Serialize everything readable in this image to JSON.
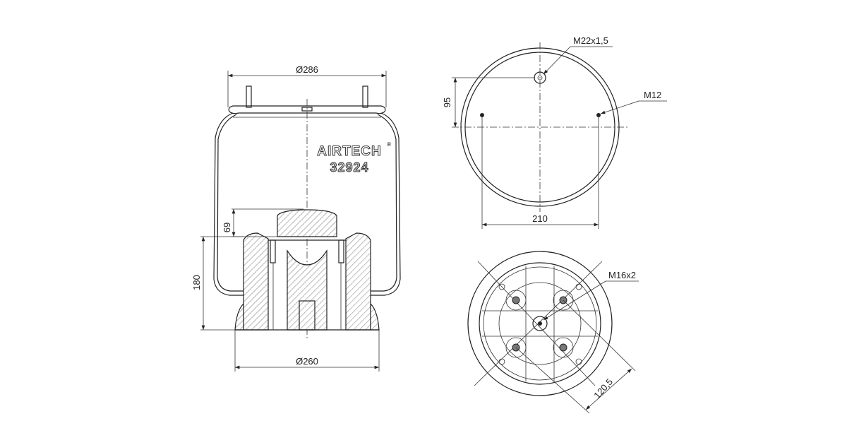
{
  "brand": "AIRTECH",
  "brand_mark": "®",
  "model": "32924",
  "side_view": {
    "top_diameter": "Ø286",
    "bottom_diameter": "Ø260",
    "piston_height": "69",
    "height": "180"
  },
  "top_view": {
    "air_port": "M22x1,5",
    "offset": "95",
    "stud_thread": "M12",
    "stud_spacing": "210"
  },
  "bottom_view": {
    "thread": "M16x2",
    "bolt_circle": "120,5"
  }
}
